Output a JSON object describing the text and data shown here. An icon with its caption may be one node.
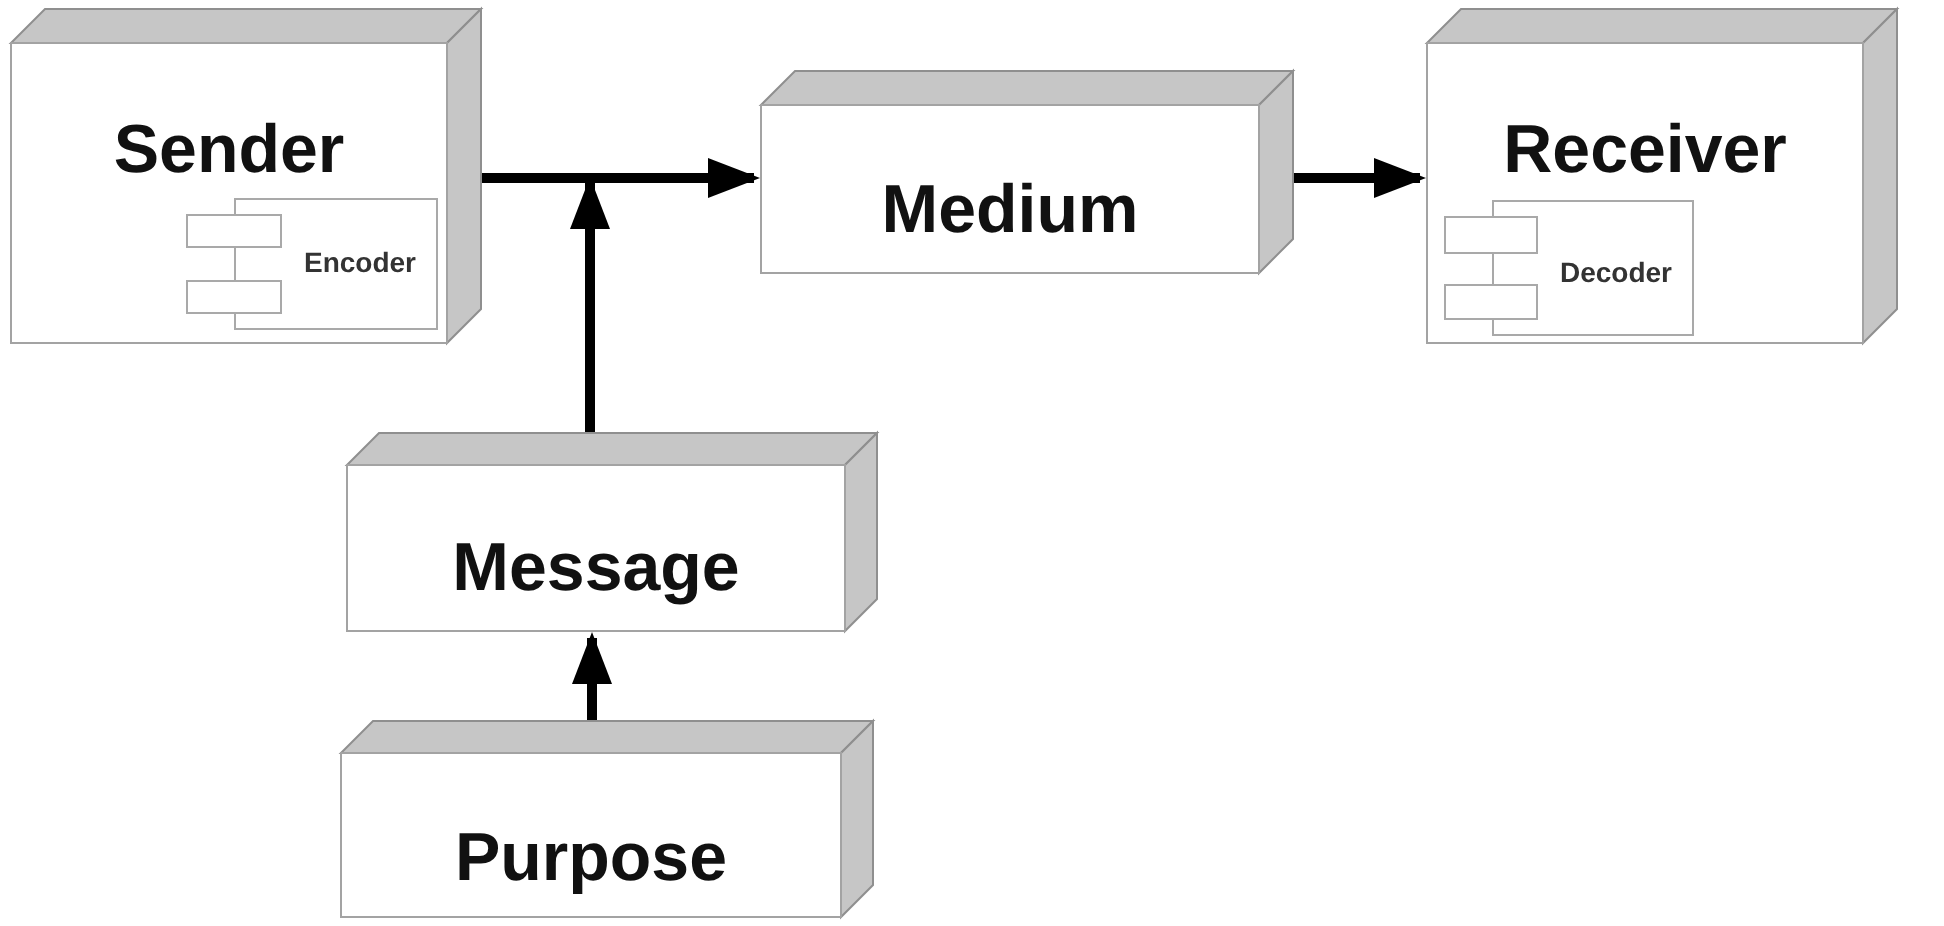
{
  "diagram": {
    "nodes": [
      {
        "text": [
          "Sender"
        ]
      },
      {
        "text": [
          "Encoder"
        ],
        "in": 0
      },
      {
        "text": [
          "Medium"
        ]
      },
      {
        "text": [
          "Receiver"
        ]
      },
      {
        "text": [
          "Decoder"
        ],
        "in": 3
      },
      {
        "text": [
          "Message"
        ]
      },
      {
        "text": [
          "Purpose"
        ]
      }
    ],
    "edges": [
      {
        "from": 0,
        "to": 2,
        "arrow": "to"
      },
      {
        "from": 5,
        "to": 2,
        "arrow": "to"
      },
      {
        "from": 2,
        "to": 3,
        "arrow": "to"
      },
      {
        "from": 6,
        "to": 5,
        "arrow": "to"
      }
    ]
  }
}
